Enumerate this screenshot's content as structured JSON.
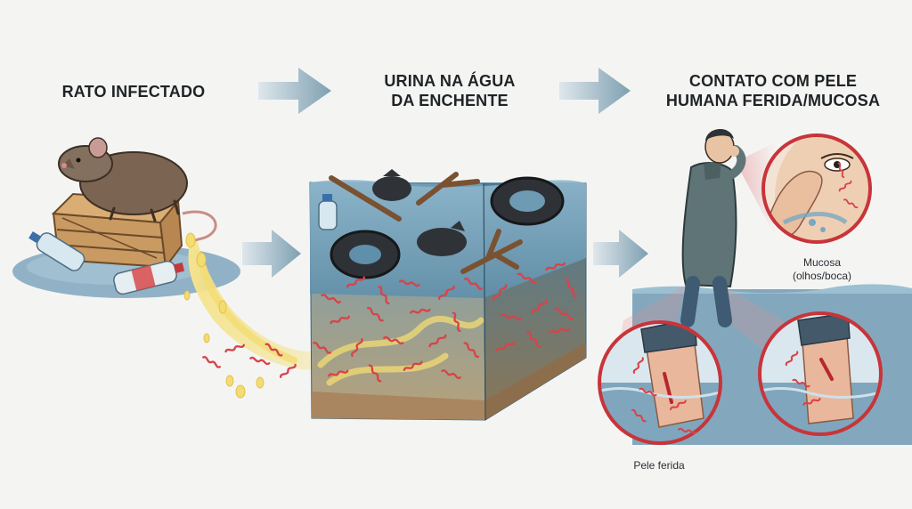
{
  "steps": [
    {
      "label": "RATO INFECTADO"
    },
    {
      "label_line1": "URINA NA ÁGUA",
      "label_line2": "DA ENCHENTE"
    },
    {
      "label_line1": "CONTATO COM PELE",
      "label_line2": "HUMANA FERIDA/MUCOSA"
    }
  ],
  "callouts": {
    "mucosa_line1": "Mucosa",
    "mucosa_line2": "(olhos/boca)",
    "pele": "Pele ferida"
  },
  "colors": {
    "arrow": "#7ea0b1",
    "water": "#5f8fab",
    "urine": "#f3dc72",
    "bacteria": "#d8434a",
    "circle_border": "#c8343a",
    "soil": "#a9865f"
  },
  "icons": [
    "rat-icon",
    "crate-icon",
    "bottle-icon",
    "tire-icon",
    "trash-bag-icon",
    "branch-icon",
    "person-icon",
    "eye-icon",
    "leg-icon",
    "bacteria-icon",
    "arrow-icon"
  ]
}
